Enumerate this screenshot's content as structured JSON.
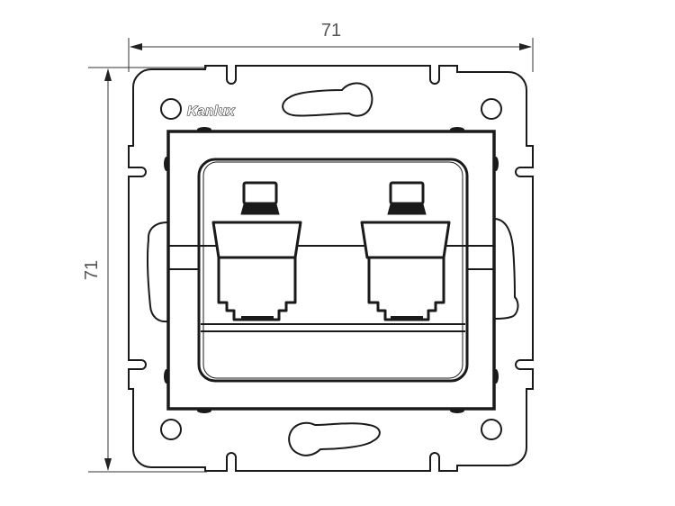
{
  "diagram": {
    "type": "technical-dimension-drawing",
    "subject": "double data socket mechanism (2x RJ) with mounting plate",
    "brand_logo": "Kanlux",
    "dimensions": {
      "width": {
        "label": "71",
        "orientation": "horizontal",
        "position": "top"
      },
      "height": {
        "label": "71",
        "orientation": "vertical",
        "position": "left"
      }
    },
    "components": [
      {
        "name": "mounting-plate",
        "description": "outer steel plate with screw slots and notches"
      },
      {
        "name": "mounting-hole",
        "count": 4
      },
      {
        "name": "screw-slot",
        "count": 2
      },
      {
        "name": "inner-frame",
        "description": "square frame"
      },
      {
        "name": "socket-insert",
        "description": "rounded rectangle insert"
      },
      {
        "name": "rj-jack",
        "count": 2
      }
    ],
    "colors": {
      "line": "#1a1a1a",
      "dimension_line": "#333333",
      "dimension_text": "#555555",
      "background": "#ffffff"
    }
  }
}
